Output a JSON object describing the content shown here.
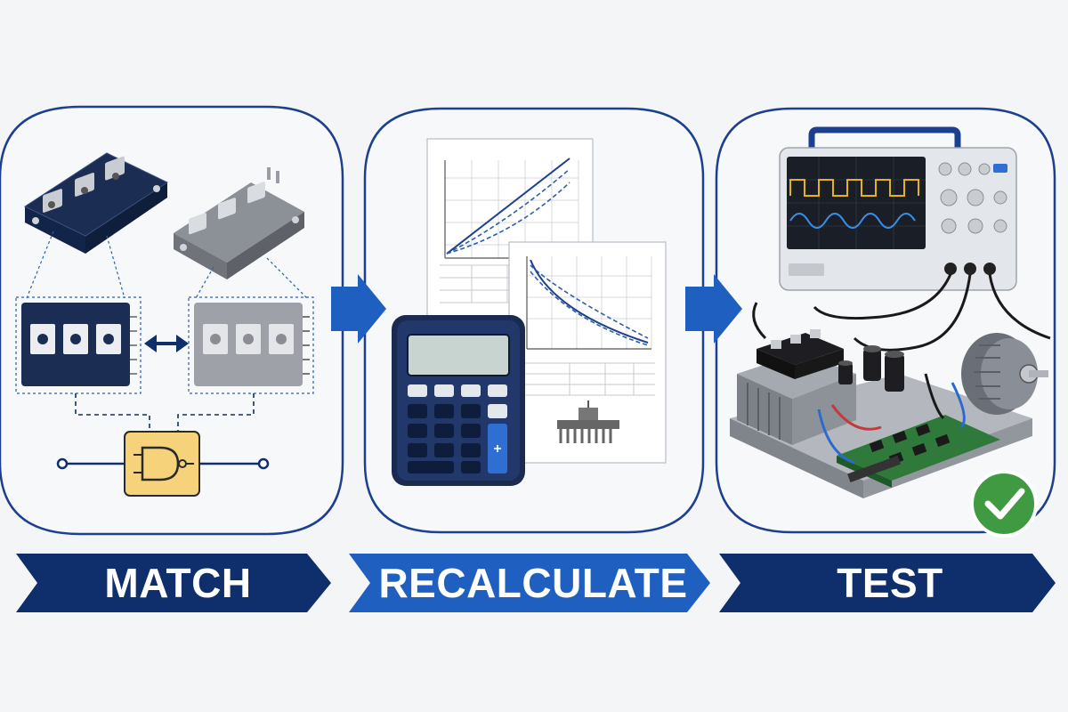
{
  "steps": [
    {
      "label": "MATCH"
    },
    {
      "label": "RECALCULATE"
    },
    {
      "label": "TEST"
    }
  ],
  "colors": {
    "navy": "#0e2f6b",
    "royal": "#1f5fc0",
    "ring": "#1d3f8f",
    "accent_blue": "#2d5fa8",
    "gate_yellow": "#f6d27a",
    "check_green": "#3f9a42",
    "scope_trace_yellow": "#e8b21a",
    "scope_trace_blue": "#3a8ee6"
  },
  "icons": [
    "igbt-module-icon",
    "swap-arrow-icon",
    "and-gate-icon",
    "graph-sheet-icon",
    "calculator-icon",
    "heatsink-icon",
    "oscilloscope-icon",
    "motor-icon",
    "circuit-board-icon",
    "checkmark-icon"
  ]
}
